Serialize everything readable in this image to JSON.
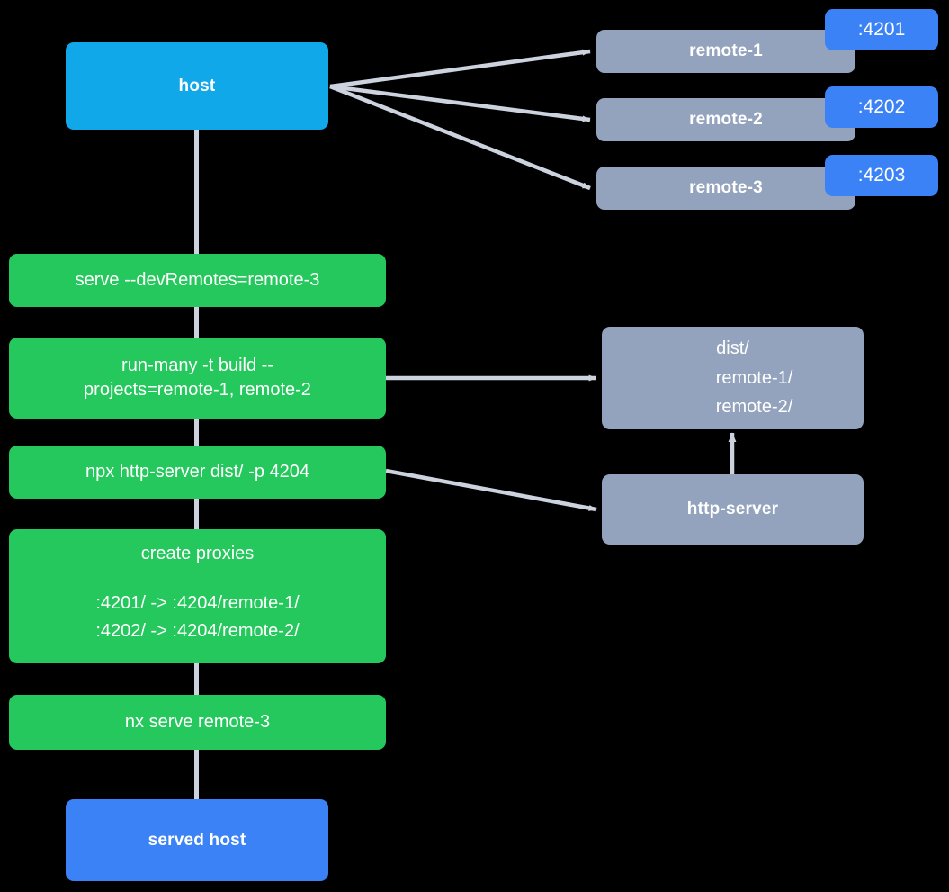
{
  "diagram": {
    "title": "Nx module federation host and remotes serve flow",
    "background": "#000000",
    "colors": {
      "host": "#10a8e8",
      "served_host": "#3b82f6",
      "remote": "#94a3bd",
      "command": "#25c85c",
      "port_badge": "#3b82f6",
      "edge": "#cdd3de",
      "text": "#ffffff"
    }
  },
  "nodes": {
    "host": {
      "label": "host"
    },
    "served_host": {
      "label": "served host"
    },
    "remotes": [
      {
        "label": "remote-1",
        "port": ":4201"
      },
      {
        "label": "remote-2",
        "port": ":4202"
      },
      {
        "label": "remote-3",
        "port": ":4203"
      }
    ],
    "dist": {
      "root": "dist/",
      "children": [
        "remote-1/",
        "remote-2/"
      ]
    },
    "http_server": {
      "label": "http-server"
    }
  },
  "commands": {
    "serve": {
      "label": "serve --devRemotes=remote-3"
    },
    "run_many": {
      "line1": "run-many -t build --",
      "line2": "projects=remote-1, remote-2"
    },
    "http_server": {
      "label": "npx http-server dist/ -p 4204"
    },
    "create_proxies": {
      "title": "create proxies",
      "mappings": [
        ":4201/ -> :4204/remote-1/",
        ":4202/ -> :4204/remote-2/"
      ]
    },
    "nx_serve": {
      "label": "nx serve remote-3"
    }
  },
  "edges": [
    {
      "name": "host-to-remote-1",
      "from": "host",
      "to": "remote-1"
    },
    {
      "name": "host-to-remote-2",
      "from": "host",
      "to": "remote-2"
    },
    {
      "name": "host-to-remote-3",
      "from": "host",
      "to": "remote-3"
    },
    {
      "name": "host-to-serve",
      "from": "host",
      "to": "serve"
    },
    {
      "name": "serve-to-run-many",
      "from": "serve",
      "to": "run-many"
    },
    {
      "name": "run-many-to-dist",
      "from": "run-many",
      "to": "dist"
    },
    {
      "name": "run-many-to-http-server-cmd",
      "from": "run-many",
      "to": "npx-http-server"
    },
    {
      "name": "http-server-cmd-to-http-server",
      "from": "npx-http-server",
      "to": "http-server"
    },
    {
      "name": "http-server-to-dist",
      "from": "http-server",
      "to": "dist"
    },
    {
      "name": "http-server-cmd-to-create-proxies",
      "from": "npx-http-server",
      "to": "create-proxies"
    },
    {
      "name": "create-proxies-to-nx-serve",
      "from": "create-proxies",
      "to": "nx-serve"
    },
    {
      "name": "nx-serve-to-served-host",
      "from": "nx-serve",
      "to": "served-host"
    }
  ]
}
